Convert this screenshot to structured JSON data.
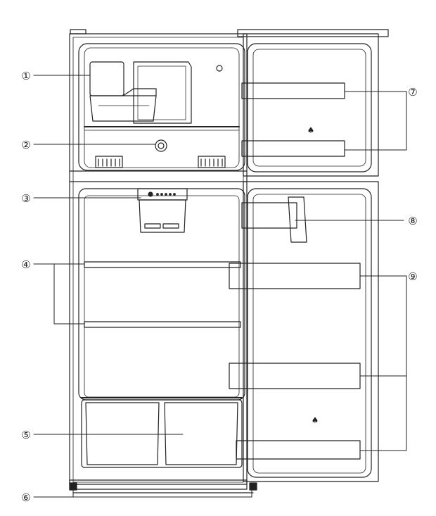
{
  "diagram": {
    "callouts": [
      {
        "id": "callout-1",
        "label": "①"
      },
      {
        "id": "callout-2",
        "label": "②"
      },
      {
        "id": "callout-3",
        "label": "③"
      },
      {
        "id": "callout-4",
        "label": "④"
      },
      {
        "id": "callout-5",
        "label": "⑤"
      },
      {
        "id": "callout-6",
        "label": "⑥"
      },
      {
        "id": "callout-7",
        "label": "⑦"
      },
      {
        "id": "callout-8",
        "label": "⑧"
      },
      {
        "id": "callout-9",
        "label": "⑨"
      }
    ],
    "door_marks": [
      "♠",
      "♠"
    ],
    "colors": {
      "line": "#222222",
      "background": "#ffffff",
      "fill_light": "#f4f4f4"
    }
  }
}
